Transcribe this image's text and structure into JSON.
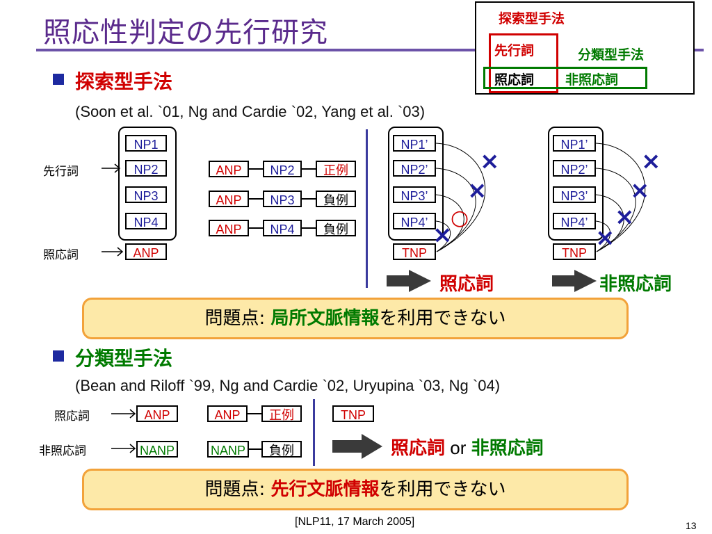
{
  "title": "照応性判定の先行研究",
  "legend": {
    "search_label": "探索型手法",
    "antecedent": "先行詞",
    "classify_label": "分類型手法",
    "anaphoric": "照応詞",
    "non_anaphoric": "非照応詞"
  },
  "section1": {
    "heading": "探索型手法",
    "citation": "(Soon et al. `01, Ng and Cardie `02, Yang et al. `03)",
    "arrow_label_antecedent": "先行詞",
    "arrow_label_anaphor": "照応詞",
    "stack": [
      "NP1",
      "NP2",
      "NP3",
      "NP4"
    ],
    "anp": "ANP",
    "pairs": [
      {
        "a": "ANP",
        "b": "NP2",
        "c": "正例"
      },
      {
        "a": "ANP",
        "b": "NP3",
        "c": "負例"
      },
      {
        "a": "ANP",
        "b": "NP4",
        "c": "負例"
      }
    ],
    "stack2": [
      "NP1’",
      "NP2’",
      "NP3’",
      "NP4’"
    ],
    "tnp": "TNP",
    "result1": "照応詞",
    "stack3": [
      "NP1’",
      "NP2’",
      "NP3’",
      "NP4’"
    ],
    "tnp2": "TNP",
    "result2": "非照応詞",
    "x_mark": "×",
    "o_mark": "○",
    "callout_prefix": "問題点: ",
    "callout_highlight": "局所文脈情報",
    "callout_suffix": "を利用できない"
  },
  "section2": {
    "heading": "分類型手法",
    "citation": "(Bean and Riloff `99, Ng and Cardie `02, Uryupina `03, Ng `04)",
    "label_anaphor": "照応詞",
    "label_non": "非照応詞",
    "anp": "ANP",
    "nanp": "NANP",
    "pair1": {
      "a": "ANP",
      "c": "正例"
    },
    "pair2": {
      "a": "NANP",
      "c": "負例"
    },
    "tnp": "TNP",
    "result_a": "照応詞",
    "result_or": " or ",
    "result_b": "非照応詞",
    "callout_prefix": "問題点: ",
    "callout_highlight": "先行文脈情報",
    "callout_suffix": "を利用できない"
  },
  "footer": {
    "source": "[NLP11, 17 March 2005]",
    "page": "13"
  },
  "colors": {
    "title": "#5a2a8c",
    "red": "#d00000",
    "green": "#007a00",
    "blue": "#1d1d9a",
    "callout_bg": "#fde9a8",
    "callout_border": "#f2a23a"
  }
}
